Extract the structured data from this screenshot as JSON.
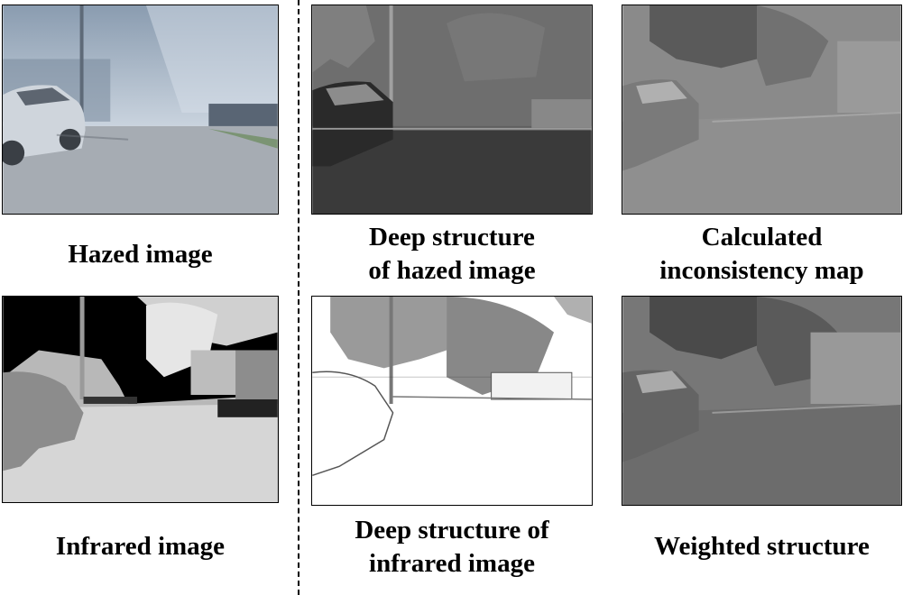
{
  "figure": {
    "panels": [
      {
        "id": "hazed",
        "caption_lines": [
          "Hazed image"
        ]
      },
      {
        "id": "deep-hazed",
        "caption_lines": [
          "Deep structure",
          "of hazed image"
        ]
      },
      {
        "id": "inconsistency",
        "caption_lines": [
          "Calculated",
          "inconsistency map"
        ]
      },
      {
        "id": "infrared",
        "caption_lines": [
          "Infrared image"
        ]
      },
      {
        "id": "deep-infrared",
        "caption_lines": [
          "Deep structure of",
          "infrared image"
        ]
      },
      {
        "id": "weighted",
        "caption_lines": [
          "Weighted structure"
        ]
      }
    ],
    "colors": {
      "border": "#000000",
      "hazed_sky": "#b3c0cf",
      "hazed_road": "#a7adb4",
      "deep_hazed_bg": "#5f5f5f",
      "infrared_sky": "#000000",
      "infrared_road": "#d6d6d6",
      "deep_infrared_bg": "#ffffff",
      "inconsistency_bg": "#8a8a8a",
      "weighted_bg": "#777777"
    }
  }
}
